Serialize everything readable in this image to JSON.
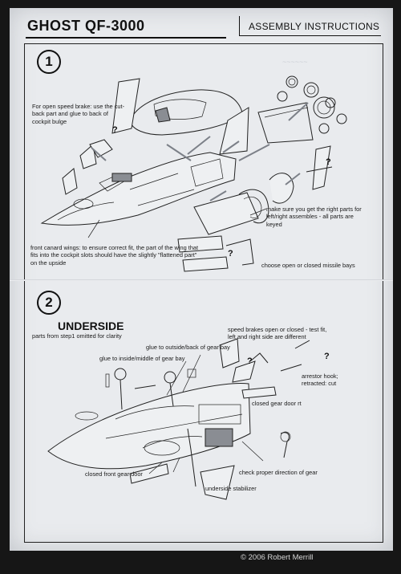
{
  "header": {
    "title": "GHOST QF-3000",
    "section": "ASSEMBLY INSTRUCTIONS"
  },
  "step1": {
    "number": "1",
    "notes": {
      "speed_brake": "For open speed brake: use the cut-back part and glue to back of cockpit bulge",
      "right_parts": "make sure you get the right parts for left/right assembles - all parts are keyed",
      "canard": "front canard wings: to ensure correct fit, the part of the wing that fits into the cockpit slots should have the slightly \"flattened part\" on the upside",
      "missile_bays": "choose open or closed missile bays"
    }
  },
  "step2": {
    "number": "2",
    "heading": "UNDERSIDE",
    "notes": {
      "omitted": "parts from step1 omitted for clarity",
      "gear_outside": "glue to outside/back of gear bay",
      "gear_inside": "glue to inside/middle of gear bay",
      "speed_brakes": "speed brakes open or closed - test fit, left and right side are different",
      "arrestor": "arrestor hook; retracted: cut",
      "gear_door_rt": "closed gear door rt",
      "front_gear_door": "closed front gear door",
      "stabilizer": "underside stabilizer",
      "gear_direction": "check proper direction of gear"
    }
  },
  "question_mark": "?",
  "footer": {
    "copyright": "© 2006 Robert Merrill"
  }
}
